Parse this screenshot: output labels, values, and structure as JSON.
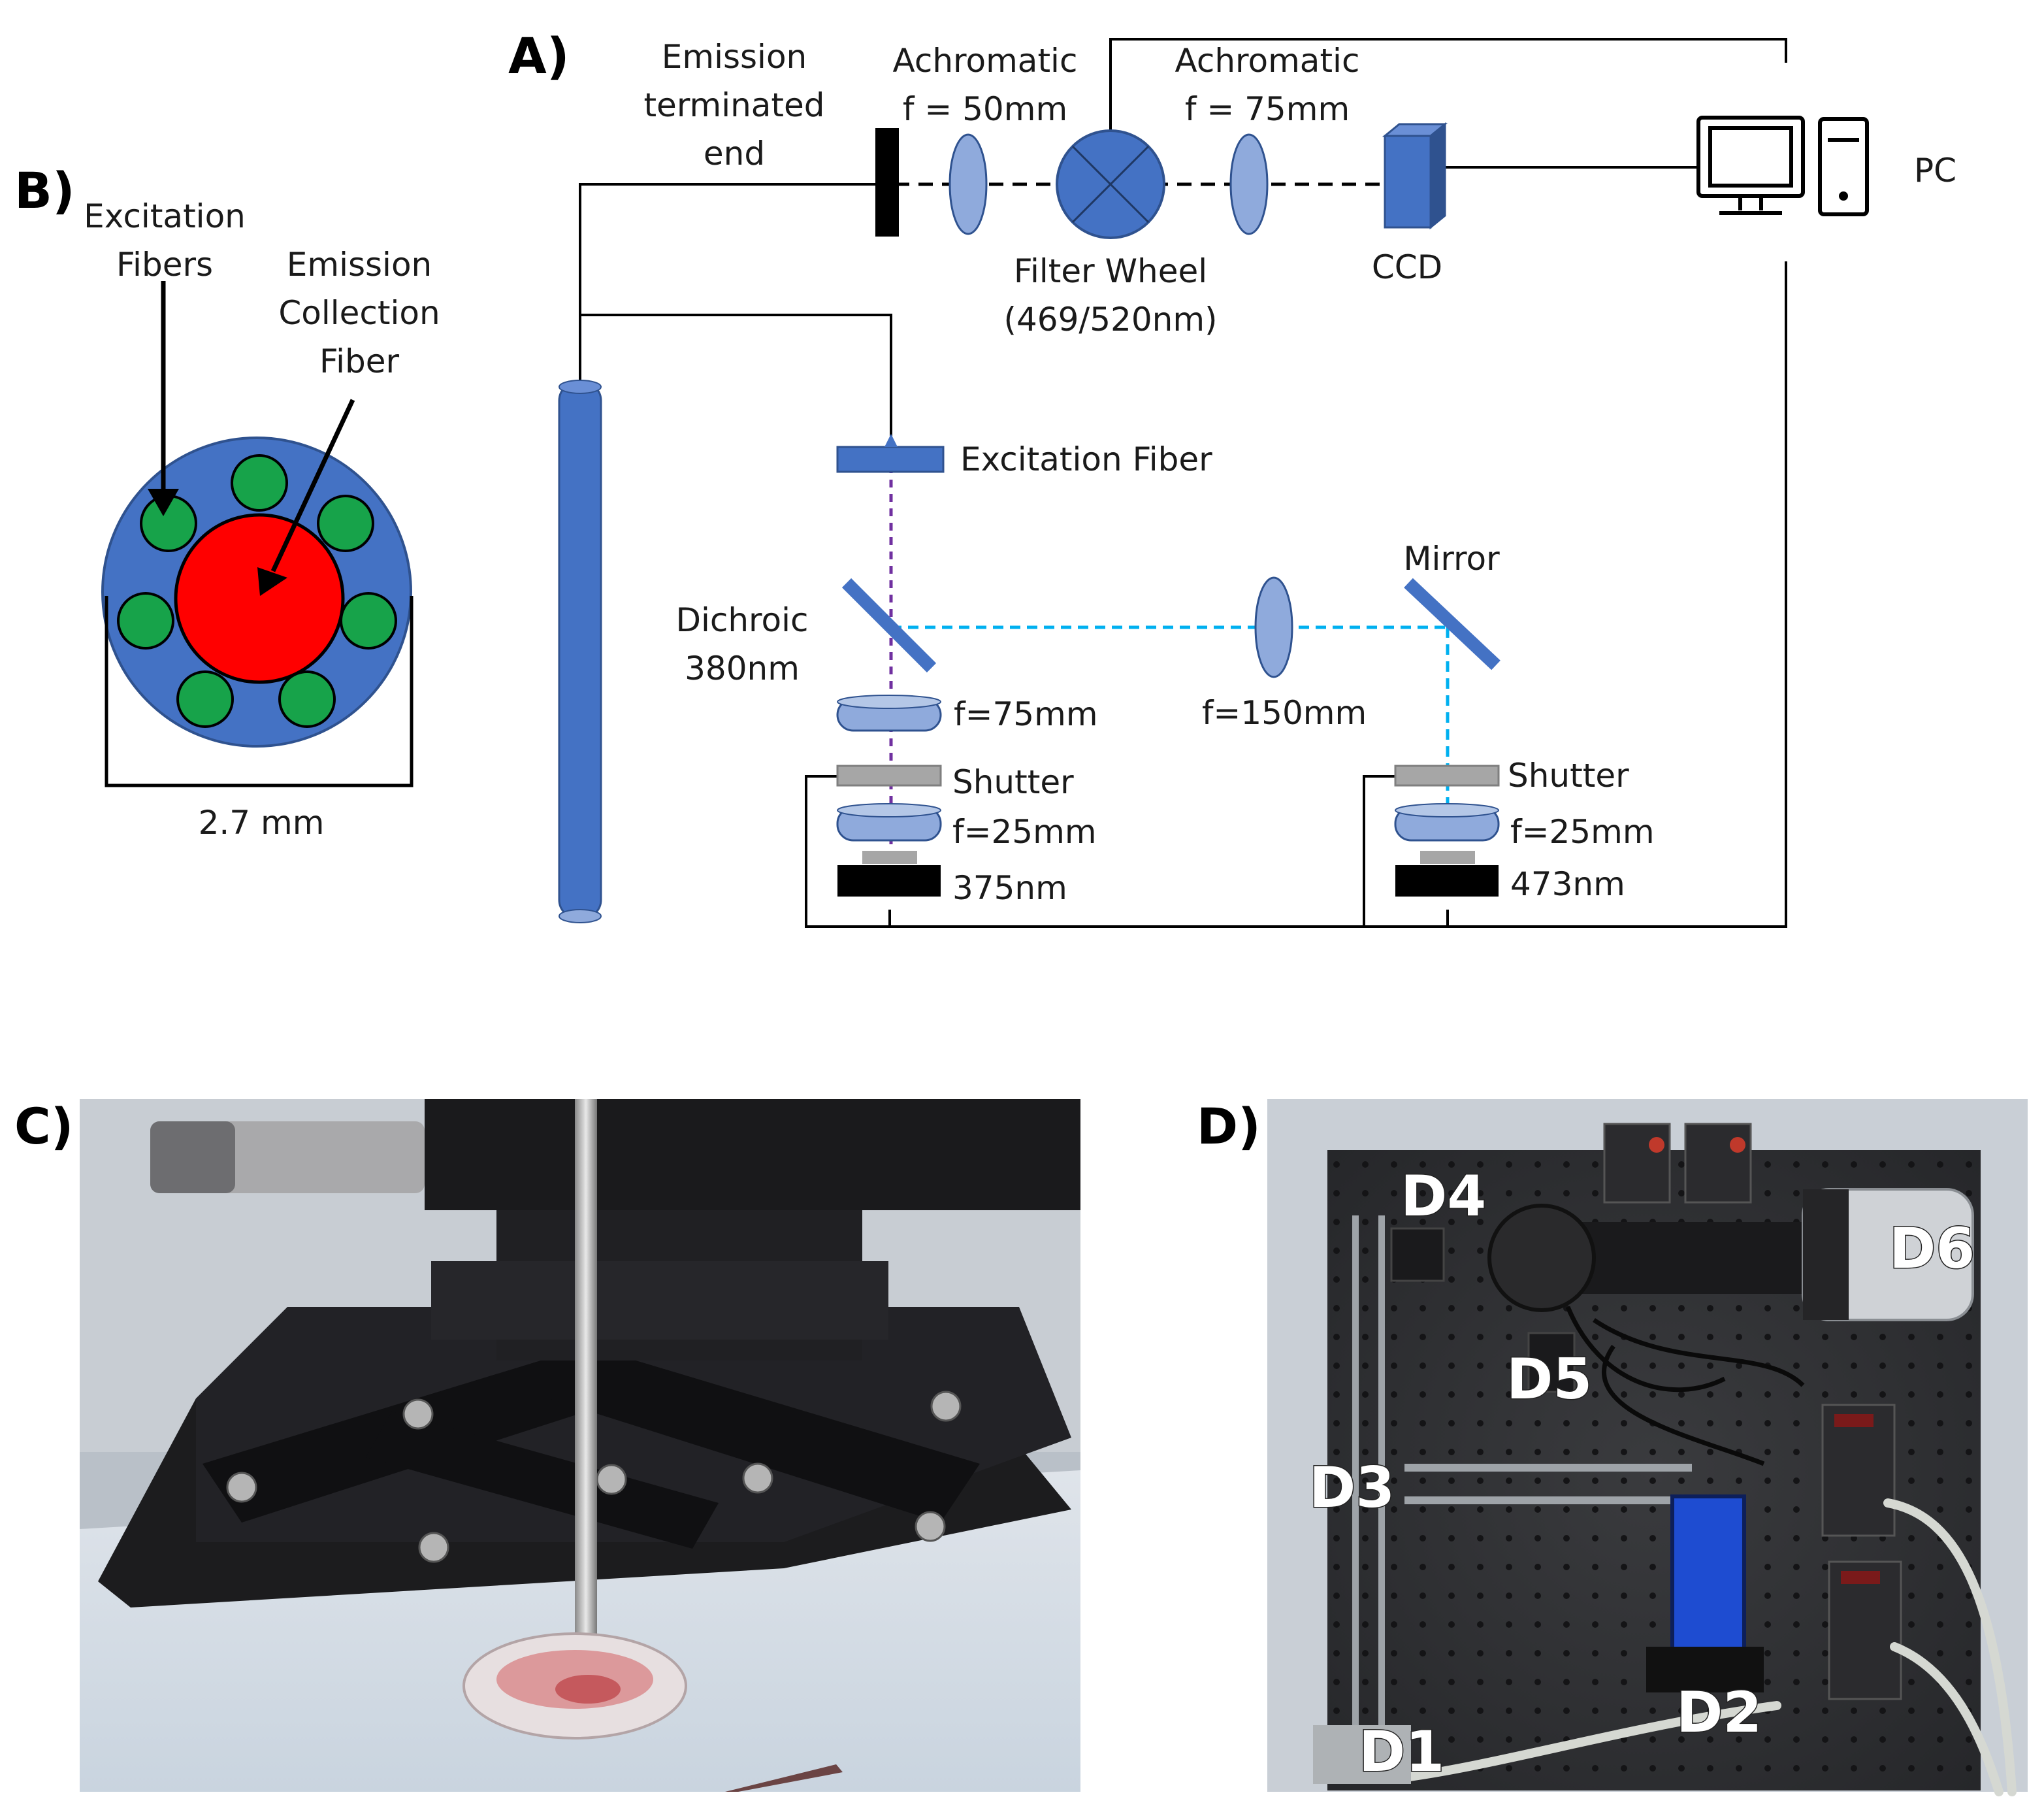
{
  "panels": {
    "a": "A)",
    "b": "B)",
    "c": "C)",
    "d": "D)"
  },
  "panel_b": {
    "excitation_label": [
      "Excitation",
      "Fibers"
    ],
    "emission_label": [
      "Emission",
      "Collection",
      "Fiber"
    ],
    "dimension": "2.7 mm",
    "colors": {
      "bundle": "#4472c4",
      "excitation_fiber": "#17a34a",
      "emission_fiber": "#ff0000"
    }
  },
  "panel_a": {
    "emission_end": [
      "Emission",
      "terminated",
      "end"
    ],
    "achromatic_1": [
      "Achromatic",
      "f = 50mm"
    ],
    "achromatic_2": [
      "Achromatic",
      "f = 75mm"
    ],
    "filter_wheel": [
      "Filter Wheel",
      "(469/520nm)"
    ],
    "ccd": "CCD",
    "pc": "PC",
    "excitation_fiber": "Excitation Fiber",
    "dichroic": [
      "Dichroic",
      "380nm"
    ],
    "mirror": "Mirror",
    "lens_f75": "f=75mm",
    "lens_f150": "f=150mm",
    "shutter_left": "Shutter",
    "shutter_right": "Shutter",
    "lens_f25_left": "f=25mm",
    "lens_f25_right": "f=25mm",
    "source_left": "375nm",
    "source_right": "473nm",
    "colors": {
      "component": "#4472c4",
      "lens": "#8faadc",
      "uv_beam": "#7030a0",
      "blue_beam": "#00b0f0",
      "shutter": "#a6a6a6"
    }
  },
  "panel_c": {
    "photo_icon": "microscope-stage-photo"
  },
  "panel_d": {
    "labels": [
      "D1",
      "D2",
      "D3",
      "D4",
      "D5",
      "D6"
    ]
  }
}
